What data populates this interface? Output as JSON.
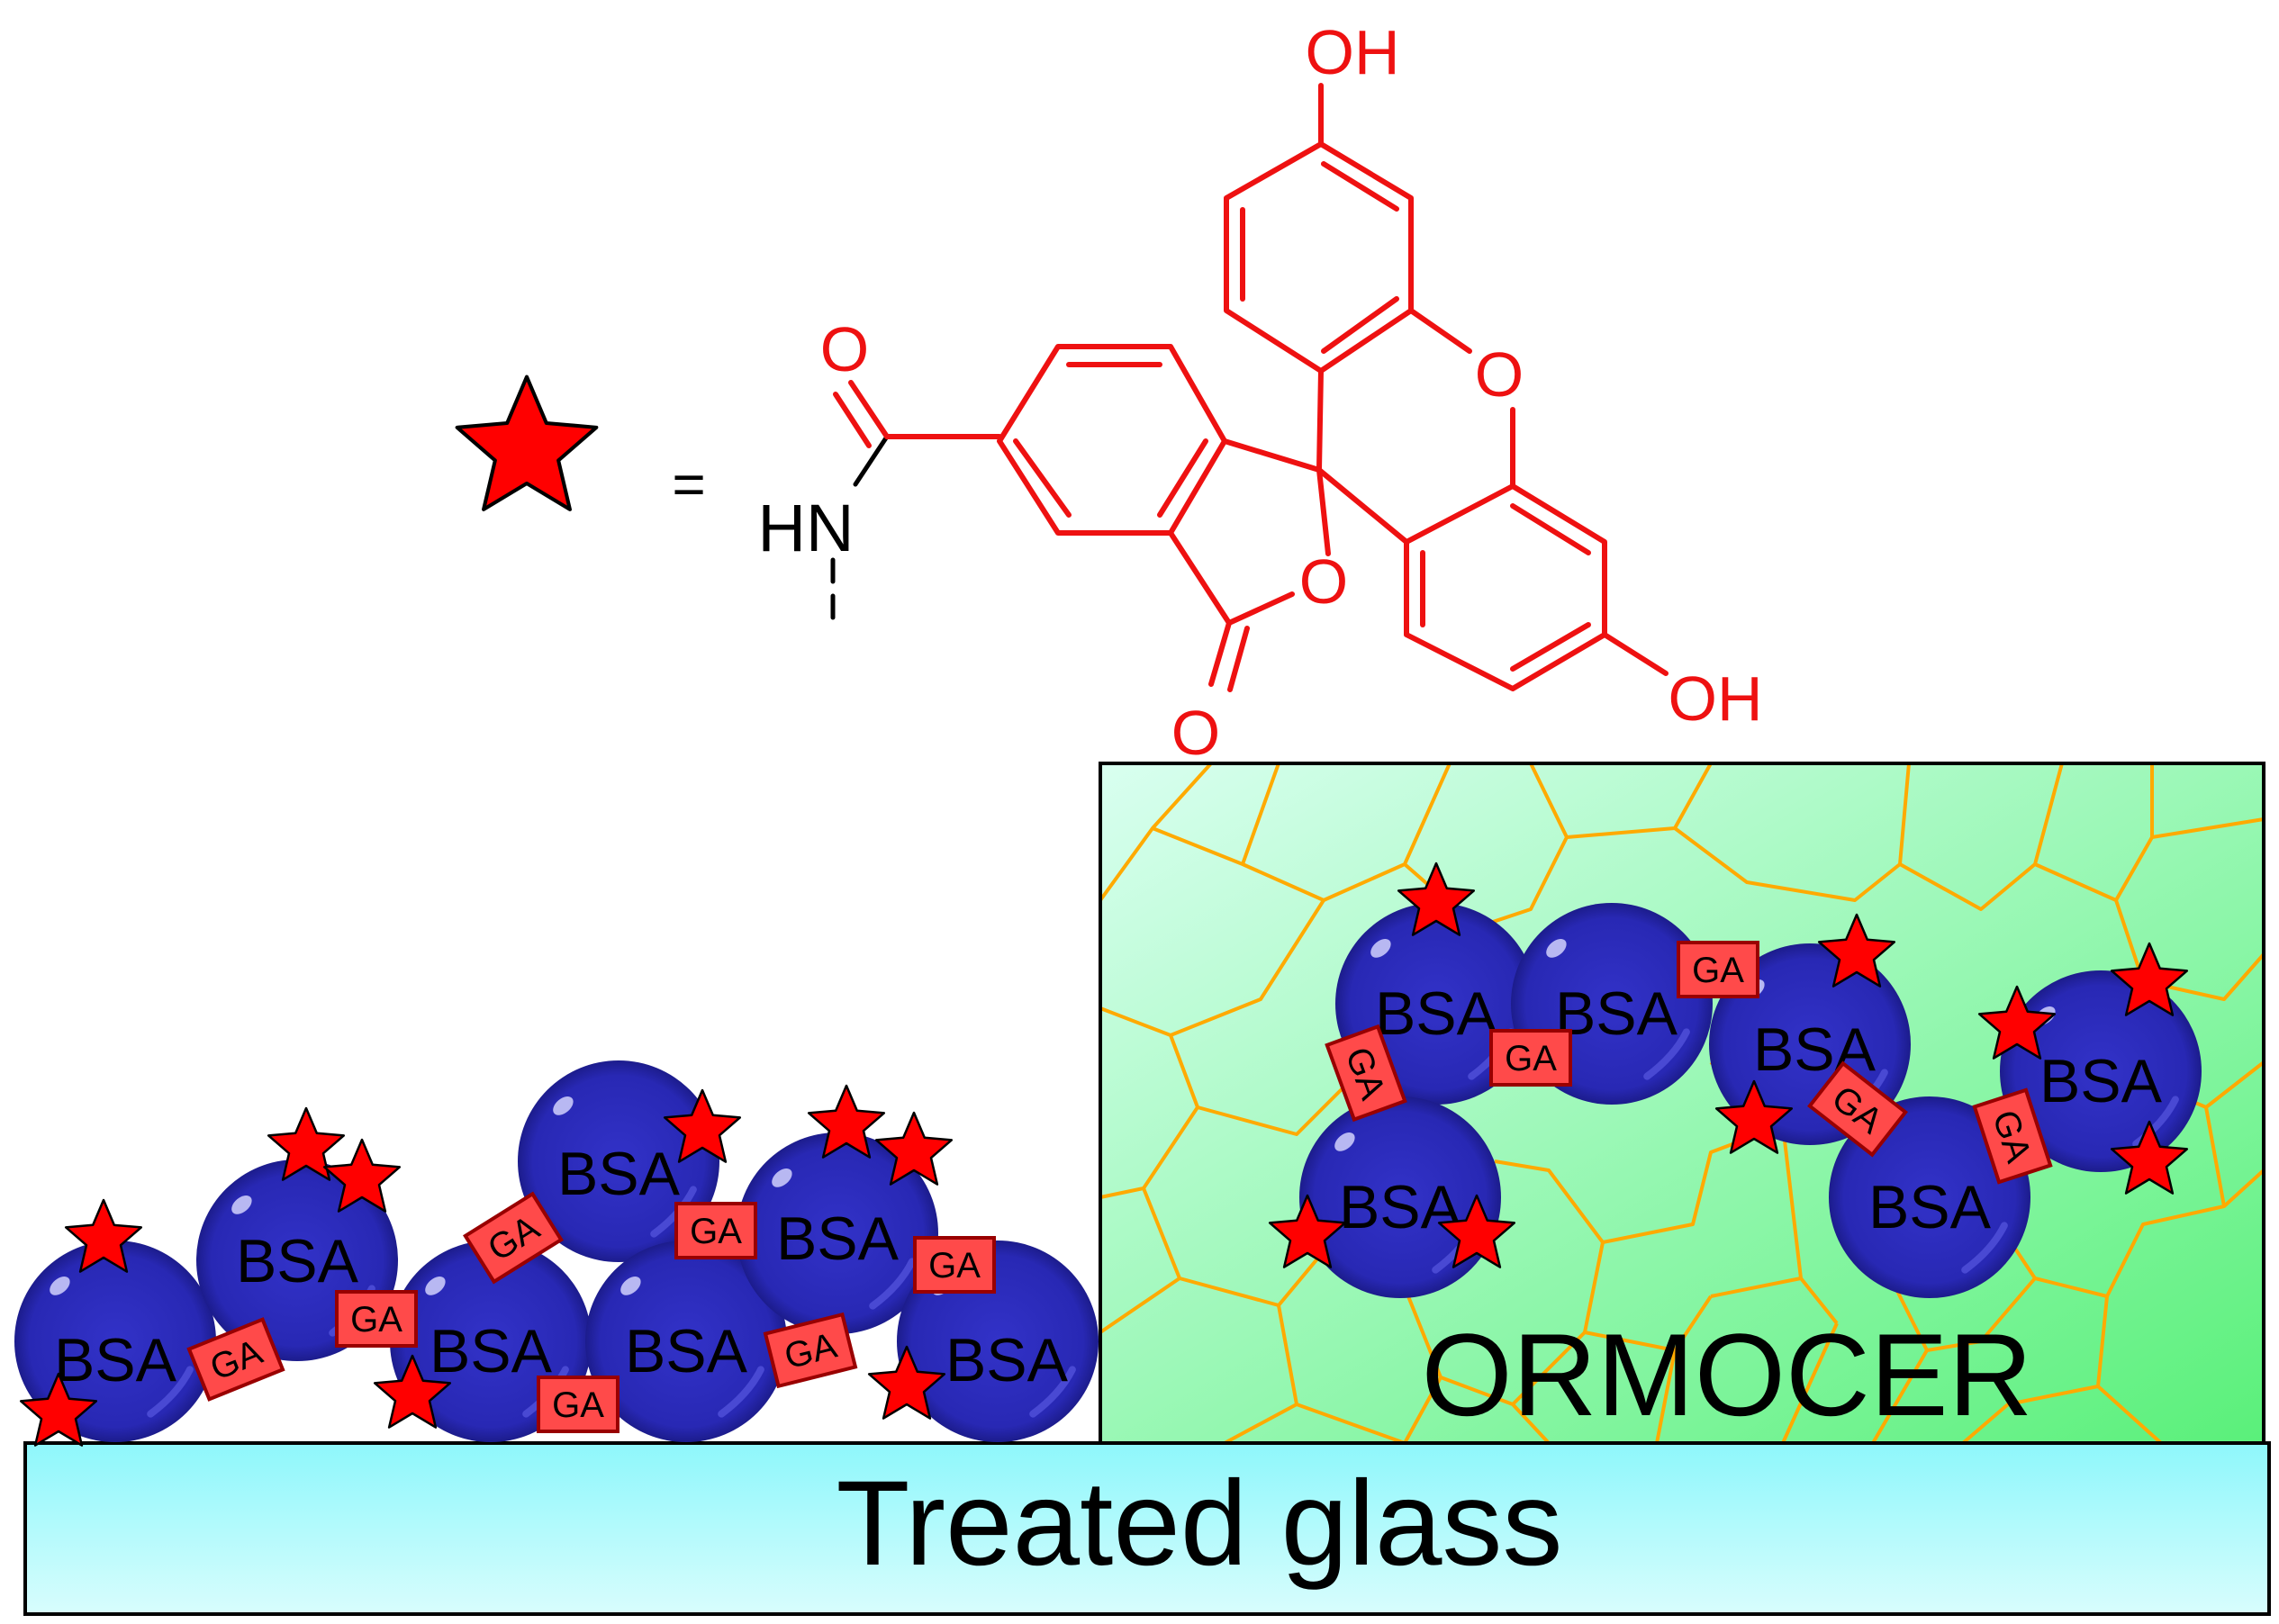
{
  "legend": {
    "equals": "=",
    "amine_label": "HN"
  },
  "molecule": {
    "atoms": {
      "oh_top": "OH",
      "oh_right": "OH",
      "o_xanthene": "O",
      "o_lactone_ring": "O",
      "o_lactone_carbonyl": "O",
      "o_amide": "O"
    }
  },
  "protein_label": "BSA",
  "crosslinker_label": "GA",
  "matrix_label": "ORMOCER",
  "substrate_label": "Treated glass",
  "colors": {
    "fluorophore": "#ee1111",
    "star_fill": "#ff0000",
    "protein": "#2a2ab8",
    "crosslinker_fill": "#ff4a4a",
    "crosslinker_stroke": "#990000",
    "matrix_network": "#ffaa00",
    "matrix_fill_top": "#d9fff0",
    "matrix_fill_bottom": "#5af07a",
    "glass_top": "#8ef7fb",
    "glass_bottom": "#d8fdfd"
  }
}
